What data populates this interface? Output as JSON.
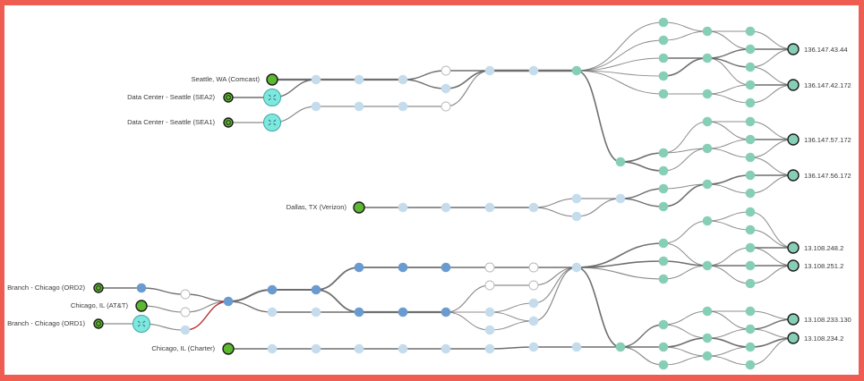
{
  "colors": {
    "background_border": "#ef5d52",
    "canvas": "#ffffff",
    "source_green": "#5cb82e",
    "router_cyan": "#7ee8e0",
    "hop_light_blue": "#c5dced",
    "hop_blue": "#6a9bd0",
    "hop_white": "#ffffff",
    "hop_teal": "#86cfb6",
    "link_gray": "#666666",
    "link_red": "#b22222"
  },
  "sources": [
    {
      "id": "seattle-comcast",
      "label": "Seattle, WA (Comcast)",
      "kind": "site"
    },
    {
      "id": "dc-sea2",
      "label": "Data Center - Seattle (SEA2)",
      "kind": "router"
    },
    {
      "id": "dc-sea1",
      "label": "Data Center - Seattle (SEA1)",
      "kind": "router"
    },
    {
      "id": "dallas-verizon",
      "label": "Dallas, TX (Verizon)",
      "kind": "site"
    },
    {
      "id": "branch-ord2",
      "label": "Branch - Chicago (ORD2)",
      "kind": "router"
    },
    {
      "id": "chicago-att",
      "label": "Chicago, IL (AT&T)",
      "kind": "site"
    },
    {
      "id": "branch-ord1",
      "label": "Branch - Chicago (ORD1)",
      "kind": "router"
    },
    {
      "id": "chicago-charter",
      "label": "Chicago, IL (Charter)",
      "kind": "site"
    }
  ],
  "destinations": [
    {
      "id": "dst-1",
      "label": "136.147.43.44"
    },
    {
      "id": "dst-2",
      "label": "136.147.42.172"
    },
    {
      "id": "dst-3",
      "label": "136.147.57.172"
    },
    {
      "id": "dst-4",
      "label": "136.147.56.172"
    },
    {
      "id": "dst-5",
      "label": "13.108.248.2"
    },
    {
      "id": "dst-6",
      "label": "13.108.251.2"
    },
    {
      "id": "dst-7",
      "label": "13.108.233.130"
    },
    {
      "id": "dst-8",
      "label": "13.108.234.2"
    }
  ]
}
